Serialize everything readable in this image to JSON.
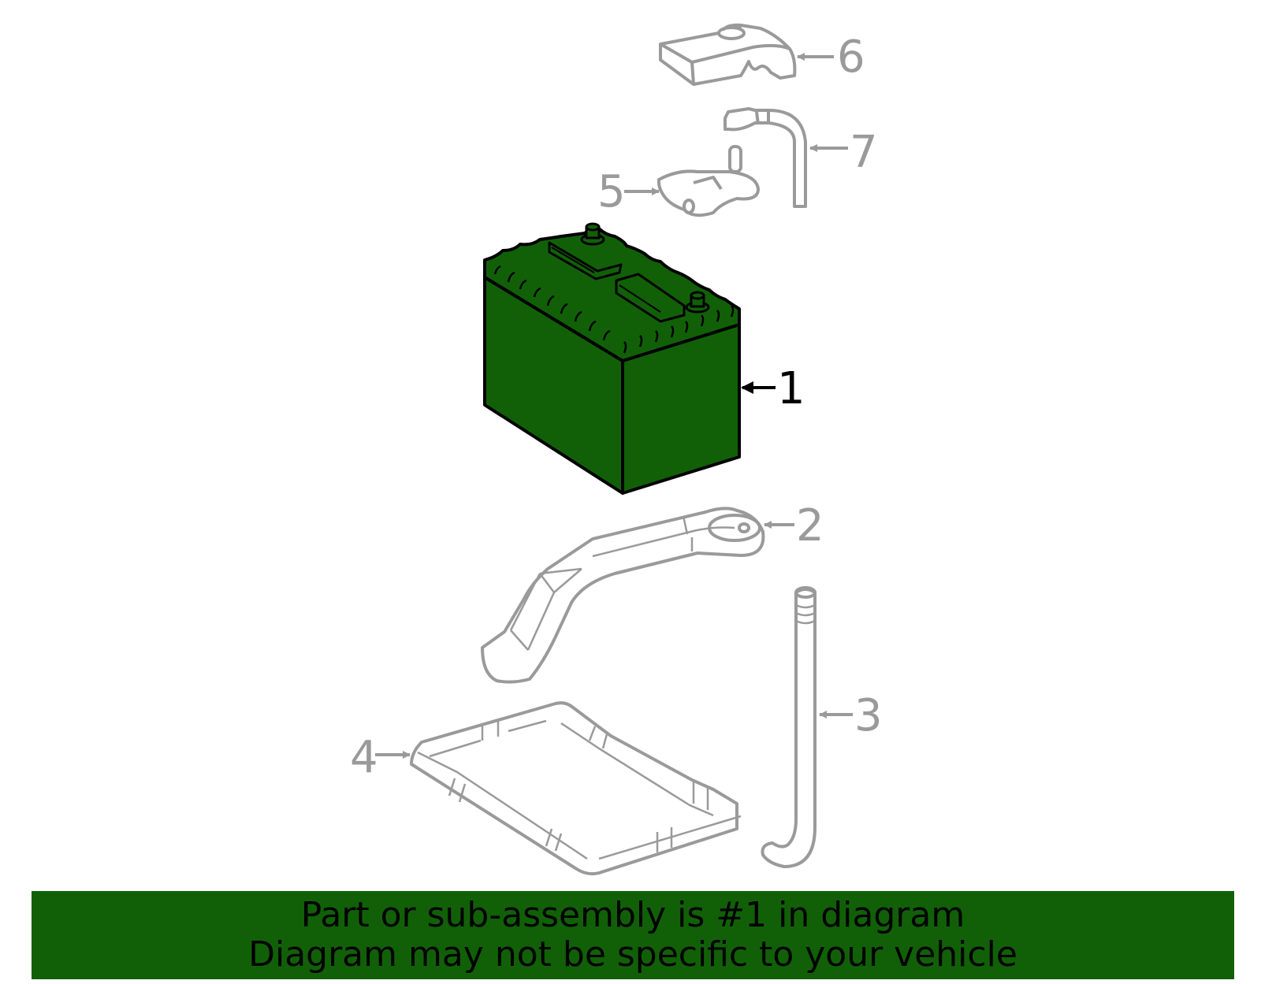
{
  "diagram": {
    "highlight_color": "#116008",
    "part_line_color": "#9a9a9a",
    "highlight_line_color": "#000000",
    "parts": [
      {
        "number": "1",
        "name": "Battery",
        "highlighted": true
      },
      {
        "number": "2",
        "name": "Hold-down bracket",
        "highlighted": false
      },
      {
        "number": "3",
        "name": "Hold-down rod",
        "highlighted": false
      },
      {
        "number": "4",
        "name": "Battery tray",
        "highlighted": false
      },
      {
        "number": "5",
        "name": "Terminal",
        "highlighted": false
      },
      {
        "number": "6",
        "name": "Terminal cover",
        "highlighted": false
      },
      {
        "number": "7",
        "name": "Cable / vent tube",
        "highlighted": false
      }
    ]
  },
  "banner": {
    "line1": "Part or sub-assembly is #1 in diagram",
    "line2": "Diagram may not be specific to your vehicle",
    "background": "#116008"
  }
}
